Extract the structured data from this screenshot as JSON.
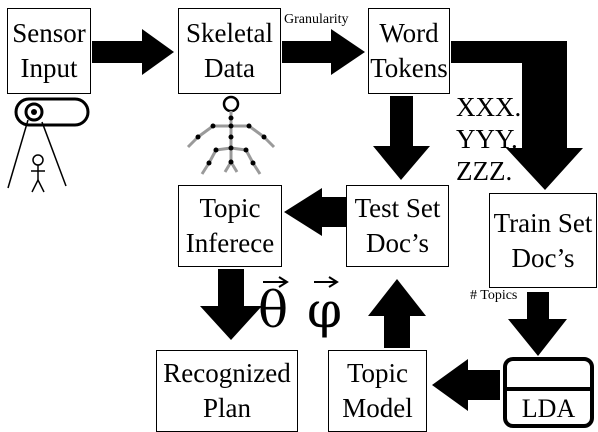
{
  "boxes": {
    "sensor_input": {
      "line1": "Sensor",
      "line2": "Input"
    },
    "skeletal_data": {
      "line1": "Skeletal",
      "line2": "Data"
    },
    "word_tokens": {
      "line1": "Word",
      "line2": "Tokens"
    },
    "topic_inference": {
      "line1": "Topic",
      "line2": "Inferece"
    },
    "test_set": {
      "line1": "Test Set",
      "line2": "Doc’s"
    },
    "train_set": {
      "line1": "Train Set",
      "line2": "Doc’s"
    },
    "recognized_plan": {
      "line1": "Recognized",
      "line2": "Plan"
    },
    "topic_model": {
      "line1": "Topic",
      "line2": "Model"
    },
    "lda": {
      "label": "LDA"
    }
  },
  "labels": {
    "granularity": "Granularity",
    "num_topics": "# Topics",
    "token_1": "XXX.",
    "token_2": "YYY.",
    "token_3": "ZZZ.",
    "theta": "θ",
    "phi": "φ"
  },
  "colors": {
    "arrow": "#000000",
    "skeleton_limb": "#9a9a9a",
    "box_border": "#000000"
  }
}
